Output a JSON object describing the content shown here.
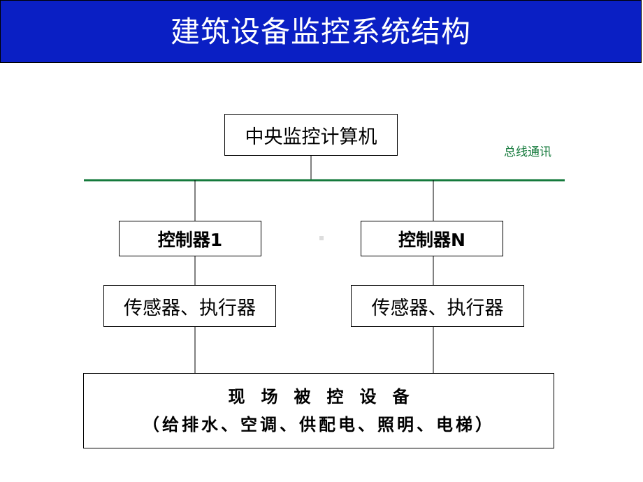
{
  "title": "建筑设备监控系统结构",
  "central": "中央监控计算机",
  "bus_label": "总线通讯",
  "controllers": [
    "控制器1",
    "控制器N"
  ],
  "devices": [
    "传感器、执行器",
    "传感器、执行器"
  ],
  "field": {
    "line1": "现场被控设备",
    "line2": "（给排水、空调、供配电、照明、电梯）"
  },
  "colors": {
    "title_bar": "#0a1fc4",
    "bus_line": "#157a3c",
    "bus_label": "#157a3c"
  }
}
